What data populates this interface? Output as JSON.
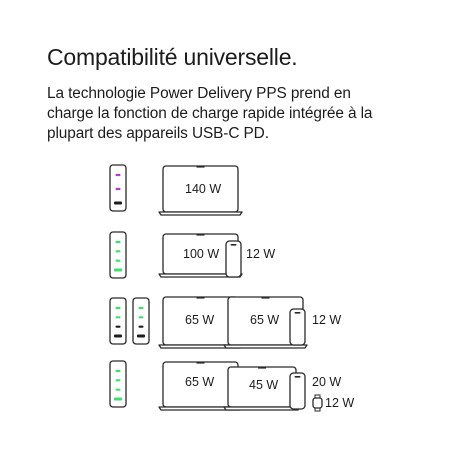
{
  "title": "Compatibilité universelle.",
  "subtitle_lines": [
    "La technologie Power Delivery PPS prend en",
    "charge la fonction de charge rapide intégrée à la",
    "plupart des appareils USB-C PD."
  ],
  "colors": {
    "text": "#1c1c1c",
    "outline": "#2a2a2a",
    "port_green": "#39e26a",
    "port_purple": "#b13cc8",
    "port_black": "#1c1c1c",
    "background": "#ffffff"
  },
  "rows": [
    {
      "charger_ports": [
        "purple",
        "purple",
        "black"
      ],
      "chargers": 1,
      "laptop_labels": [
        "140 W"
      ],
      "phone_labels": [],
      "watch_labels": []
    },
    {
      "charger_ports": [
        "green",
        "green",
        "green",
        "green"
      ],
      "chargers": 1,
      "laptop_labels": [
        "100 W"
      ],
      "phone_labels": [
        "12 W"
      ],
      "watch_labels": []
    },
    {
      "charger_ports": [
        "green",
        "green",
        "black",
        "black"
      ],
      "chargers": 2,
      "laptop_labels": [
        "65 W",
        "65 W"
      ],
      "phone_labels": [
        "12 W"
      ],
      "watch_labels": []
    },
    {
      "charger_ports": [
        "green",
        "green",
        "green",
        "green"
      ],
      "chargers": 1,
      "laptop_labels": [
        "65 W",
        "45 W"
      ],
      "phone_labels": [
        "20 W"
      ],
      "watch_labels": [
        "12 W"
      ]
    }
  ]
}
